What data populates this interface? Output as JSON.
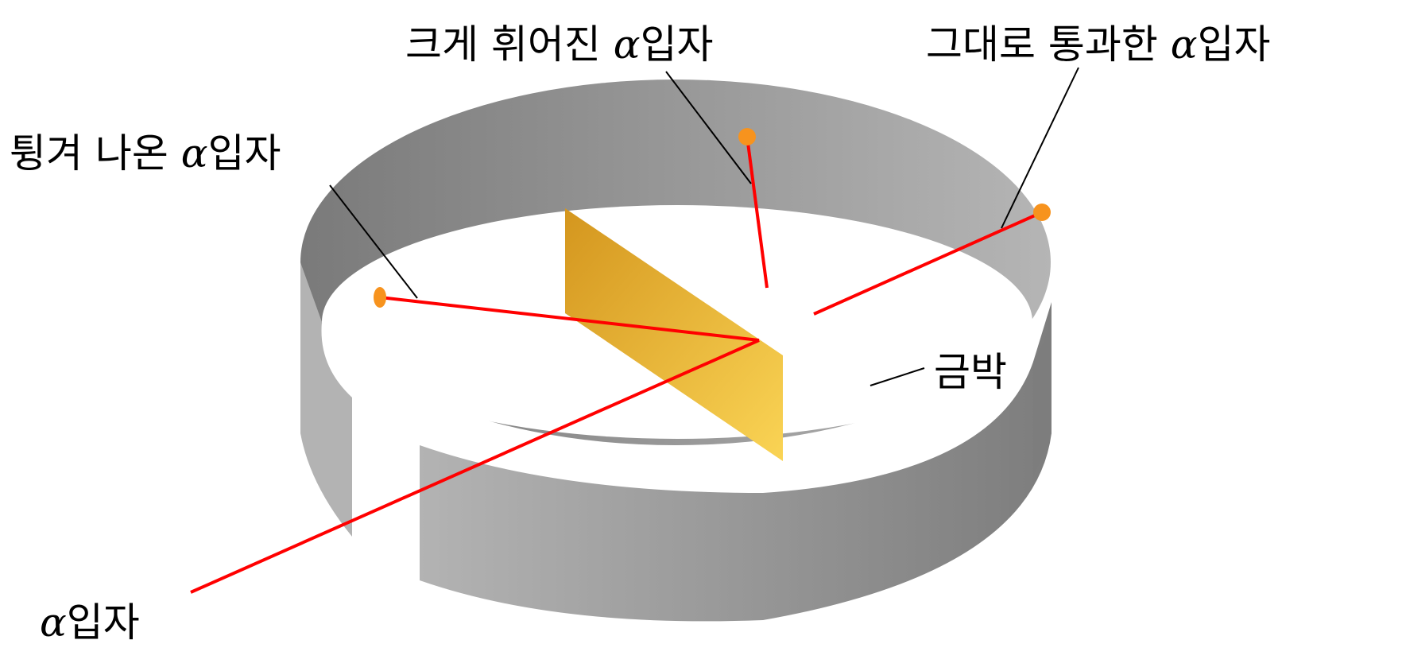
{
  "diagram": {
    "title": "Rutherford gold foil experiment",
    "labels": {
      "strongly_deflected": {
        "prefix": "크게 휘어진 ",
        "alpha": "α",
        "suffix": "입자"
      },
      "passed_through": {
        "prefix": "그대로 통과한 ",
        "alpha": "α",
        "suffix": "입자"
      },
      "bounced_back": {
        "prefix": "튕겨 나온 ",
        "alpha": "α",
        "suffix": "입자"
      },
      "gold_foil": "금박",
      "alpha_particle": {
        "prefix": "",
        "alpha": "α",
        "suffix": "입자"
      }
    },
    "colors": {
      "beam": "#ff0000",
      "particle": "#f7931e",
      "foil_dark": "#d4961e",
      "foil_light": "#fad455",
      "screen_dark": "#808080",
      "screen_light": "#b3b3b3"
    }
  }
}
